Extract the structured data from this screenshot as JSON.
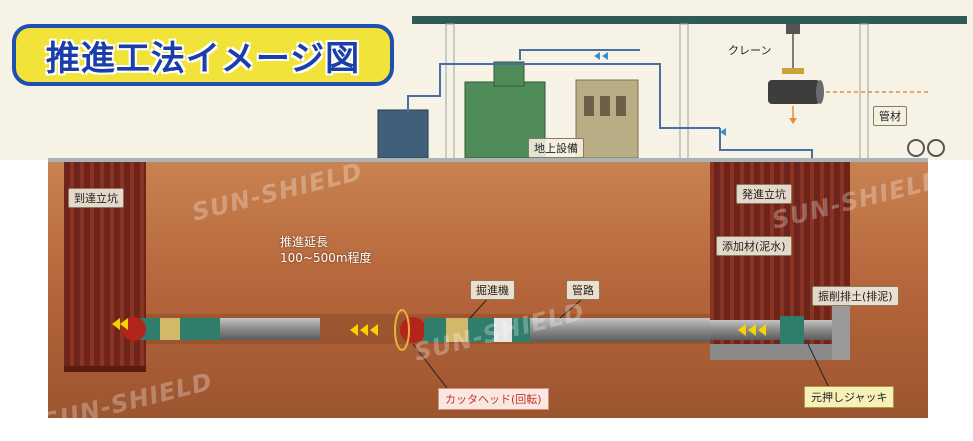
{
  "title": "推進工法イメージ図",
  "labels": {
    "crane": "クレーン",
    "pipe_material": "管材",
    "surface_equipment": "地上設備",
    "arrival_shaft": "到達立坑",
    "launch_shaft": "発進立坑",
    "additive": "添加材(泥水)",
    "drainage": "振削排土(排泥)",
    "extent_line1": "推進延長",
    "extent_line2": "100~500m程度",
    "machine": "掘進機",
    "pipeline": "管路",
    "cutter_head": "カッタヘッド(回転)",
    "main_jack": "元押しジャッキ"
  },
  "watermark": "SUN-SHIELD",
  "colors": {
    "title_fill": "#f2e33a",
    "title_border": "#1f4fb0",
    "title_text": "#1a3fa8",
    "soil": "#b5653a",
    "shaft": "#7a2a1e",
    "sky": "#f6f3e6",
    "pipe": "#8f8f8f",
    "arrow": "#f5d400",
    "warning": "#c0392b"
  }
}
